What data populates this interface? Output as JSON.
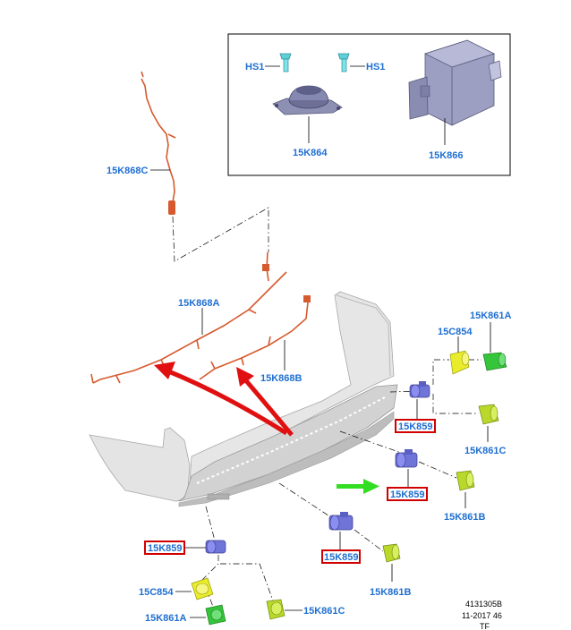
{
  "labels": {
    "hs1_left": "HS1",
    "hs1_right": "HS1",
    "p15k864": "15K864",
    "p15k866": "15K866",
    "p15k868c": "15K868C",
    "p15k868a": "15K868A",
    "p15k868b": "15K868B",
    "p15c854_right": "15C854",
    "p15k861a_right": "15K861A",
    "p15k859_upper_right": "15K859",
    "p15k861c_right": "15K861C",
    "p15k859_middle": "15K859",
    "p15k861b_right": "15K861B",
    "p15k859_left": "15K859",
    "p15k859_bottom": "15K859",
    "p15k861b_bottom": "15K861B",
    "p15c854_left": "15C854",
    "p15k861c_bottom": "15K861C",
    "p15k861a_left": "15K861A"
  },
  "footer": {
    "ref_code": "4131305B",
    "date_code": "11-2017 46",
    "suffix": "TF"
  },
  "colors": {
    "label_blue": "#1f6fd1",
    "highlight_red": "#d00000",
    "arrow_red": "#e01010",
    "arrow_green": "#33dd22",
    "sensor_blue": "#6f74d8",
    "bezel_yellow": "#e8ec2a",
    "clip_green": "#35c53a",
    "clip_lime": "#b9d82a",
    "wire_orange": "#d65a2e",
    "bumper_gray": "#dcdcdc"
  },
  "icons": [
    "screw-icon",
    "sounder-icon",
    "module-icon",
    "harness-icon",
    "sensor-icon",
    "bezel-icon",
    "clip-icon",
    "arrow-icon",
    "bumper-icon"
  ]
}
